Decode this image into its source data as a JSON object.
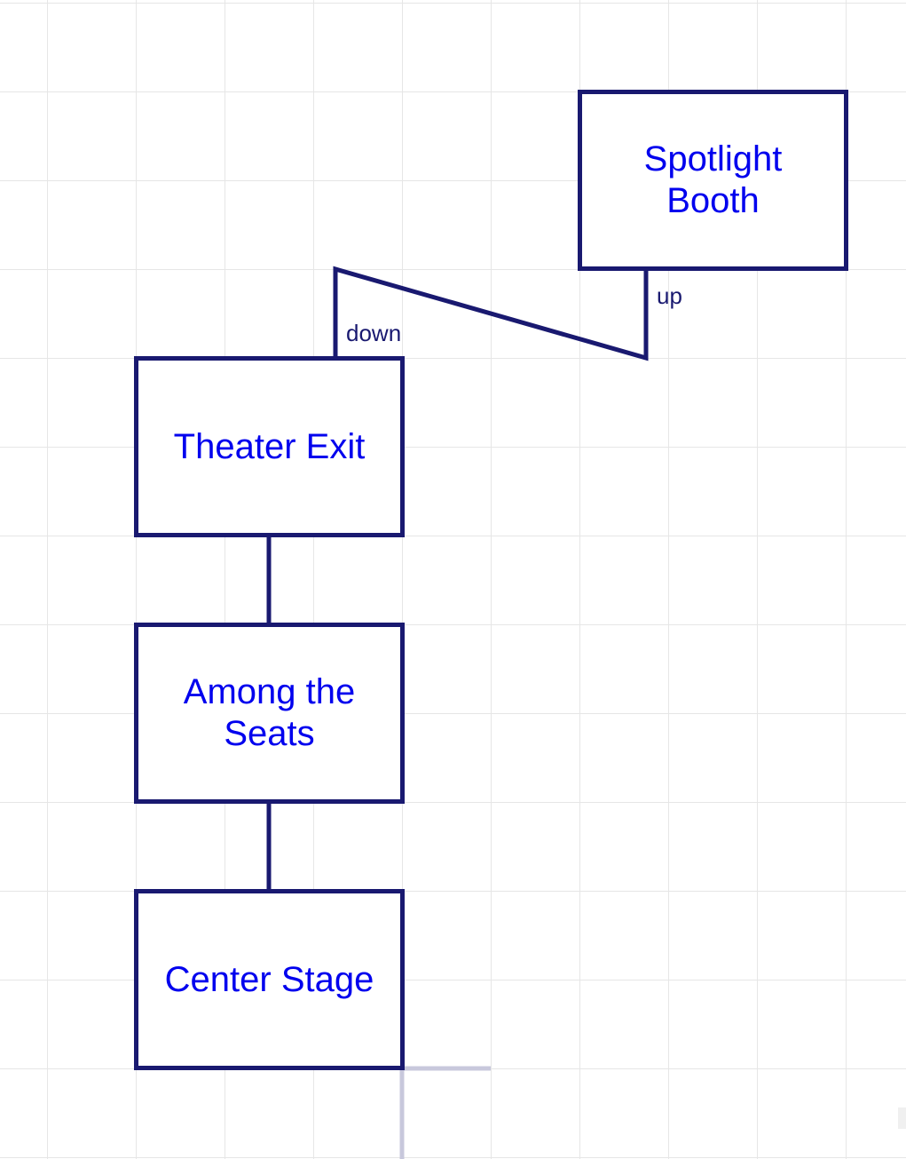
{
  "colors": {
    "background": "#ffffff",
    "grid": "#e6e6e6",
    "box_border": "#191970",
    "connector": "#191970",
    "room_text": "#0000ee",
    "exit_label_text": "#191970",
    "ghost_line": "#c8c8dc"
  },
  "rooms": {
    "spotlight_booth": "Spotlight Booth",
    "theater_exit": "Theater Exit",
    "among_the_seats": "Among the Seats",
    "center_stage": "Center Stage"
  },
  "exits": {
    "down": "down",
    "up": "up"
  }
}
